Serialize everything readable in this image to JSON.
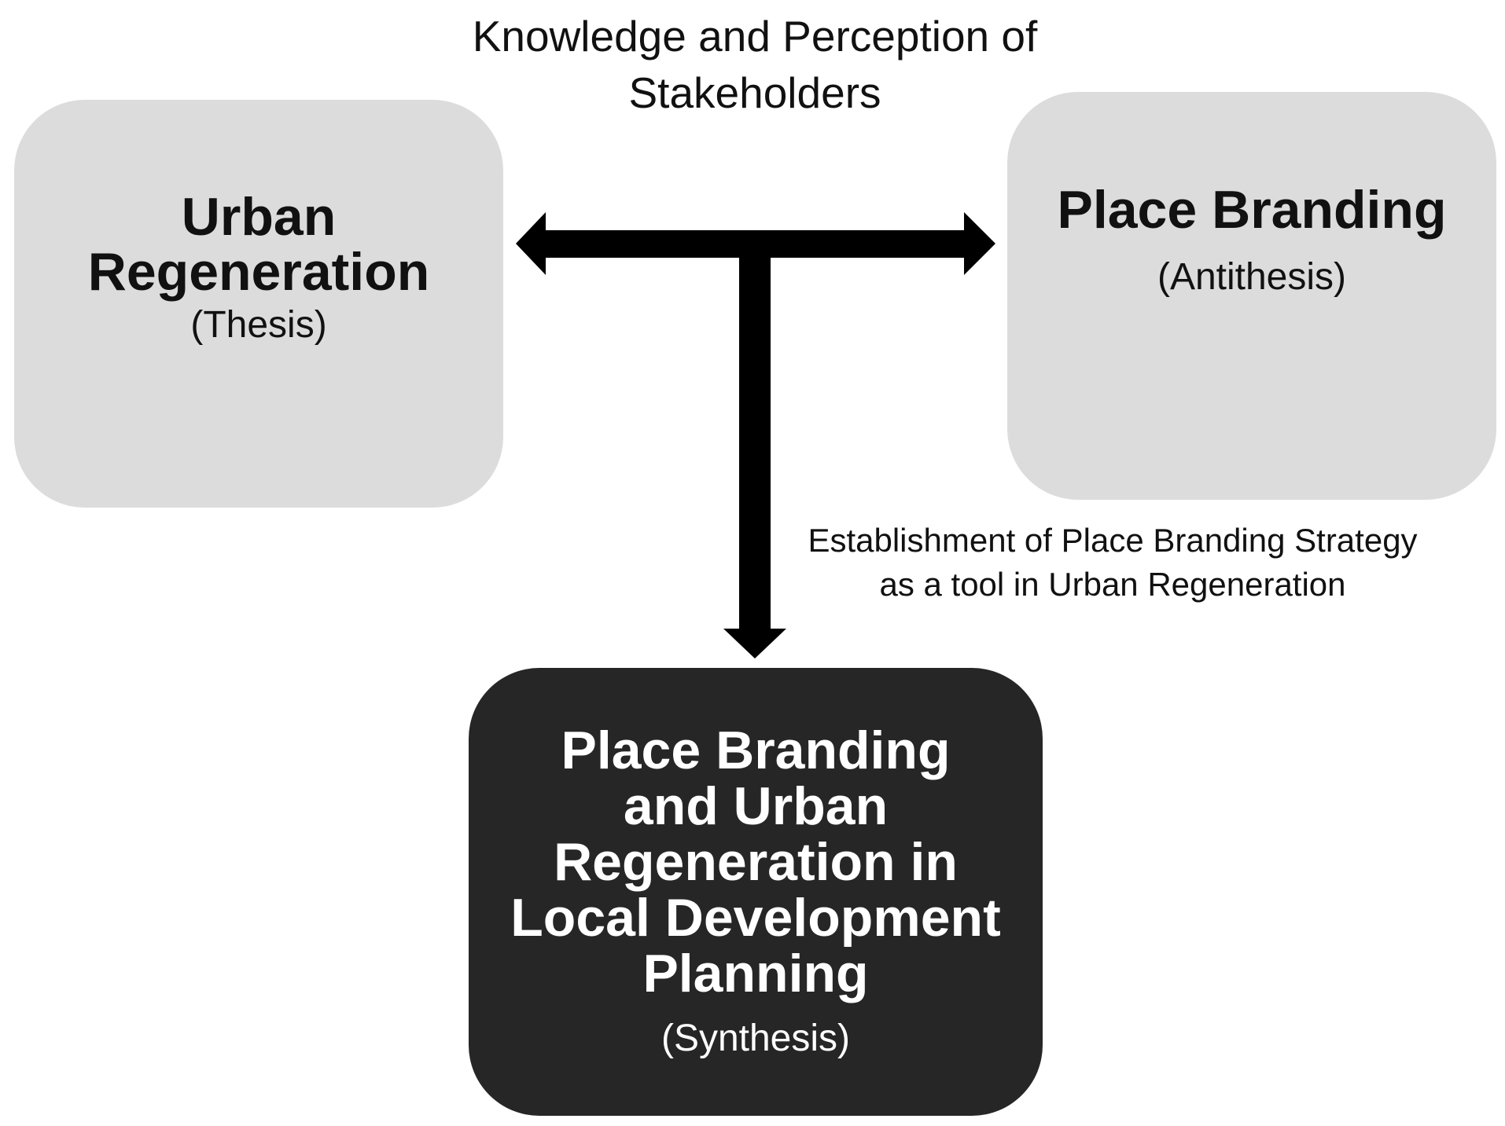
{
  "top_label": "Knowledge and Perception of\nStakeholders",
  "thesis": {
    "title": "Urban\nRegeneration",
    "subtitle": "(Thesis)"
  },
  "antithesis": {
    "title": "Place Branding",
    "subtitle": "(Antithesis)"
  },
  "synthesis": {
    "title": "Place Branding\nand Urban\nRegeneration in\nLocal Development\nPlanning",
    "subtitle": "(Synthesis)"
  },
  "arrow_label": "Establishment of Place Branding Strategy\nas a tool in Urban Regeneration",
  "colors": {
    "light_box": "#dcdcdc",
    "dark_box": "#262626",
    "arrow": "#000000"
  }
}
